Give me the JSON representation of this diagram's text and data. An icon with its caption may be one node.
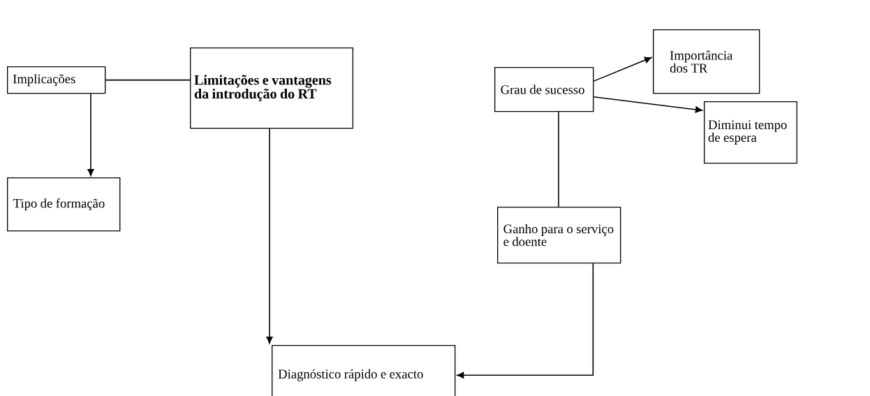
{
  "diagram": {
    "nodes": [
      {
        "text": [
          "Implicações"
        ]
      },
      {
        "text": [
          "Limitações e vantagens da introdução do RT"
        ]
      },
      {
        "text": [
          "Grau de sucesso"
        ]
      },
      {
        "text": [
          "Importância dos TR"
        ]
      },
      {
        "text": [
          "Diminui tempo de espera"
        ]
      },
      {
        "text": [
          "Tipo de formação"
        ]
      },
      {
        "text": [
          "Ganho para o serviço e doente"
        ]
      },
      {
        "text": [
          "Diagnóstico rápido e exacto"
        ]
      }
    ],
    "edges": [
      {
        "from": 0,
        "to": 1,
        "arrow": "none"
      },
      {
        "from": 0,
        "to": 5,
        "arrow": "to"
      },
      {
        "from": 1,
        "to": 7,
        "arrow": "to"
      },
      {
        "from": 2,
        "to": 3,
        "arrow": "to"
      },
      {
        "from": 2,
        "to": 4,
        "arrow": "to"
      },
      {
        "from": 2,
        "to": 6,
        "arrow": "none"
      },
      {
        "from": 6,
        "to": 7,
        "arrow": "to"
      }
    ]
  }
}
